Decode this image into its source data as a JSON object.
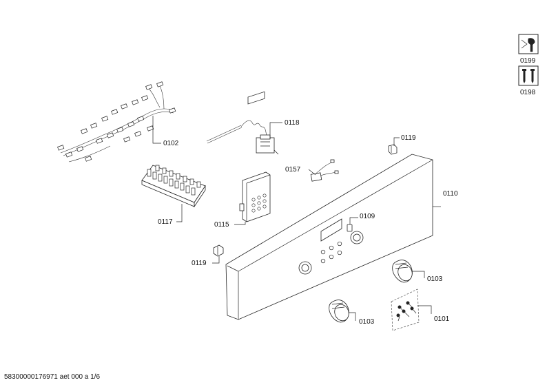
{
  "side_icons": [
    {
      "label": "0199",
      "icon": "wrench-tool-icon"
    },
    {
      "label": "0198",
      "icon": "screws-icon"
    }
  ],
  "parts": {
    "p0102": "0102",
    "p0118": "0118",
    "p0119a": "0119",
    "p0157": "0157",
    "p0110": "0110",
    "p0117": "0117",
    "p0115": "0115",
    "p0109": "0109",
    "p0119b": "0119",
    "p0103a": "0103",
    "p0103b": "0103",
    "p0101": "0101"
  },
  "footer": "58300000176971 aet 000 a 1/6"
}
